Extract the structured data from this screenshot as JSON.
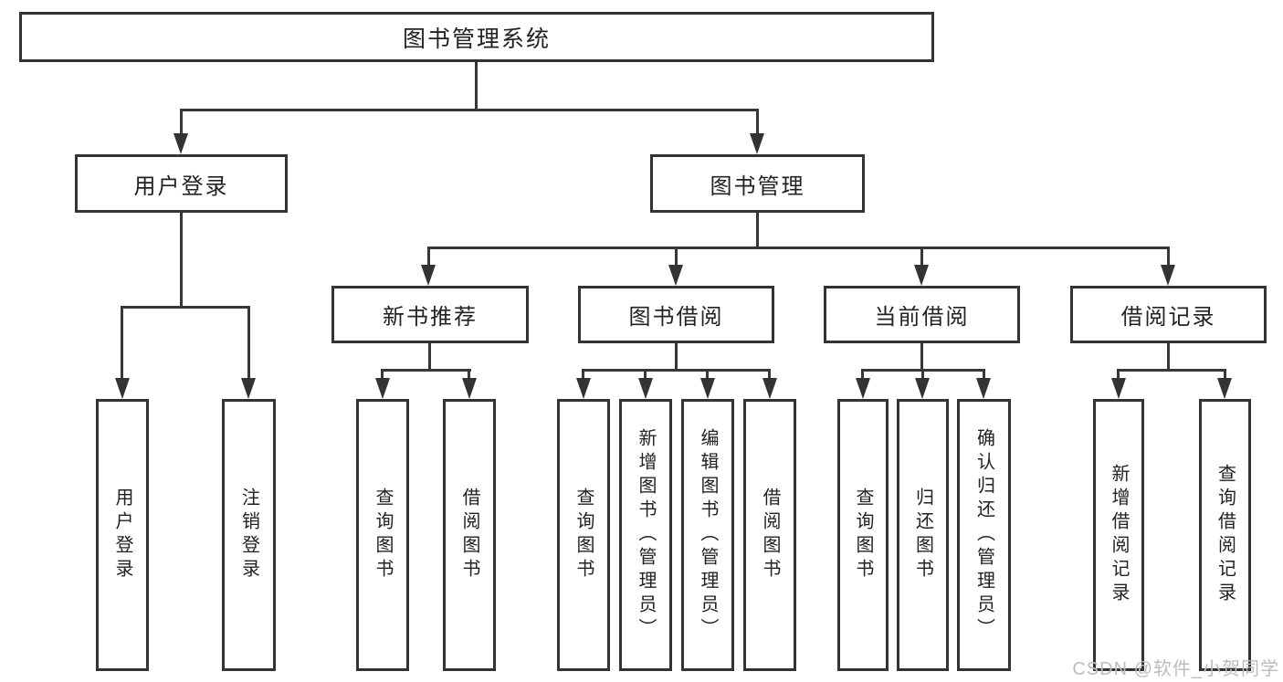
{
  "diagram": {
    "type": "hierarchy-tree",
    "root": {
      "label": "图书管理系统"
    },
    "branches": [
      {
        "label": "用户登录",
        "children": [
          {
            "label": "用户登录"
          },
          {
            "label": "注销登录"
          }
        ]
      },
      {
        "label": "图书管理",
        "children": [
          {
            "label": "新书推荐",
            "children": [
              {
                "label": "查询图书"
              },
              {
                "label": "借阅图书"
              }
            ]
          },
          {
            "label": "图书借阅",
            "children": [
              {
                "label": "查询图书"
              },
              {
                "label": "新增图书（管理员）"
              },
              {
                "label": "编辑图书（管理员）"
              },
              {
                "label": "借阅图书"
              }
            ]
          },
          {
            "label": "当前借阅",
            "children": [
              {
                "label": "查询图书"
              },
              {
                "label": "归还图书"
              },
              {
                "label": "确认归还（管理员）"
              }
            ]
          },
          {
            "label": "借阅记录",
            "children": [
              {
                "label": "新增借阅记录"
              },
              {
                "label": "查询借阅记录"
              }
            ]
          }
        ]
      }
    ]
  },
  "watermark": {
    "text": "CSDN @软件_小贺同学"
  },
  "colors": {
    "border": "#333333",
    "line": "#373737",
    "text": "#222222",
    "watermark": "#b9bdc3",
    "background": "#ffffff"
  }
}
